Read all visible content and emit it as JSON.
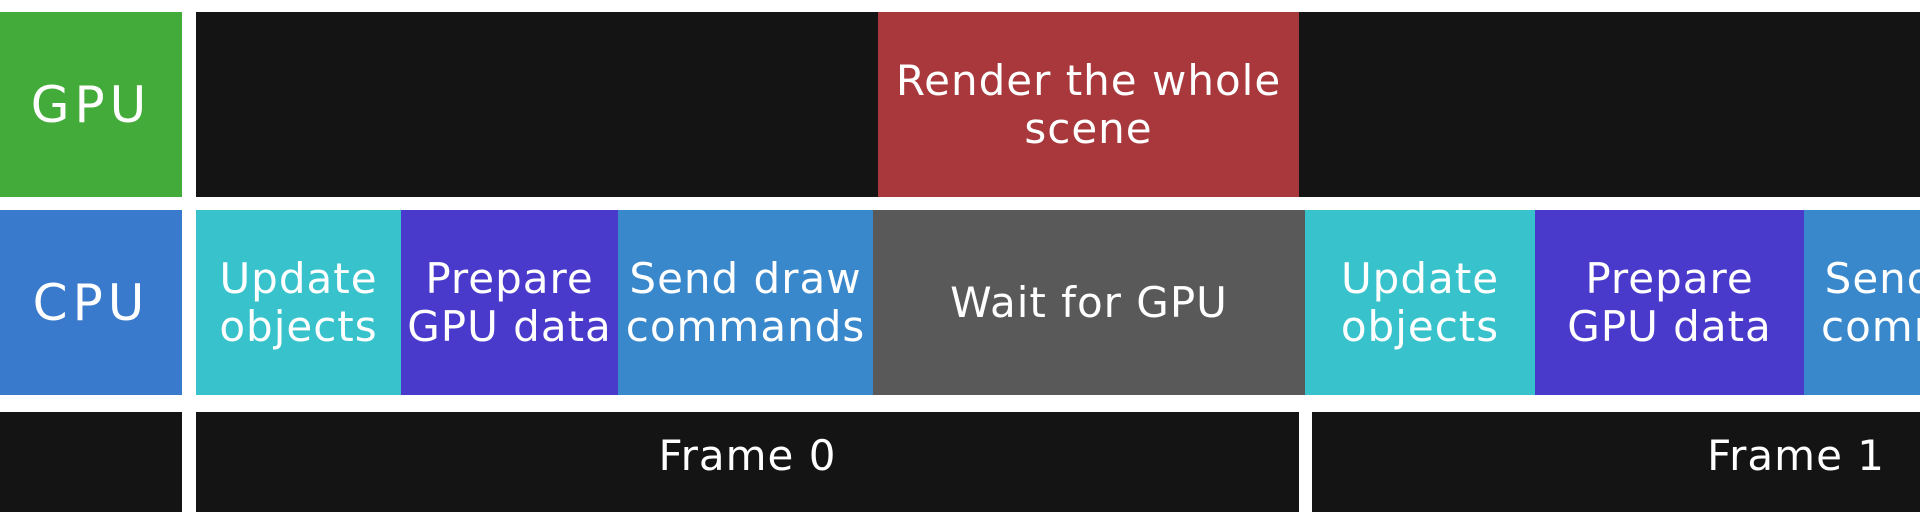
{
  "rows": {
    "gpu_label": "GPU",
    "cpu_label": "CPU"
  },
  "gpu_tasks": [
    {
      "label": "Render the whole\nscene",
      "color": "#a8383b"
    }
  ],
  "cpu_tasks": [
    {
      "label": "Update\nobjects",
      "color": "#38c3cc"
    },
    {
      "label": "Prepare\nGPU data",
      "color": "#4a3acc"
    },
    {
      "label": "Send draw\ncommands",
      "color": "#3a88cc"
    },
    {
      "label": "Wait for GPU",
      "color": "#595959"
    },
    {
      "label": "Update\nobjects",
      "color": "#38c3cc"
    },
    {
      "label": "Prepare\nGPU data",
      "color": "#4a3acc"
    },
    {
      "label": "Send draw\ncommands",
      "color": "#3a88cc"
    }
  ],
  "frames": [
    {
      "label": "Frame 0"
    },
    {
      "label": "Frame 1"
    }
  ],
  "colors": {
    "gpu_row_label": "#43ab3a",
    "cpu_row_label": "#3a7acc",
    "track_background": "#141414",
    "separator": "#ffffff"
  }
}
